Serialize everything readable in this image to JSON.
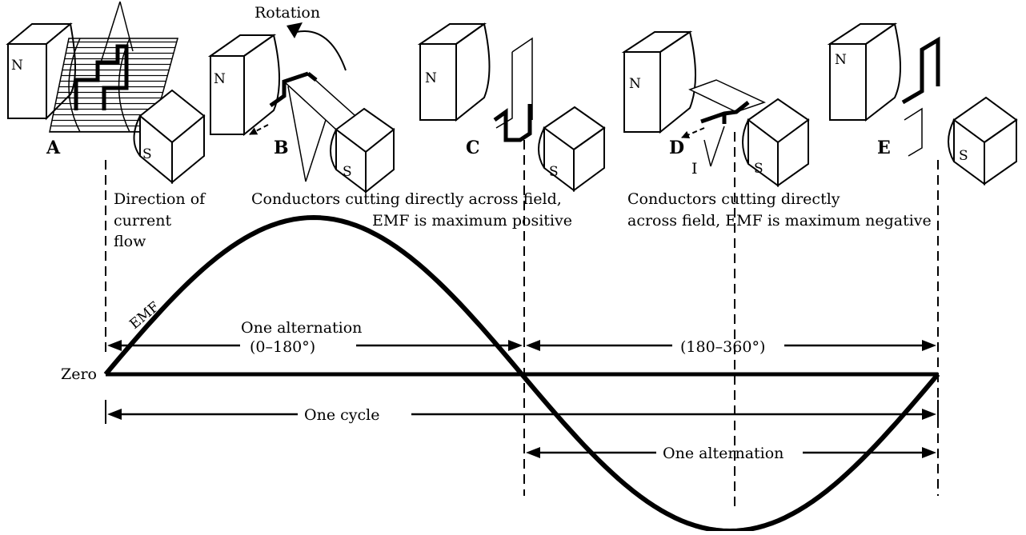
{
  "labels": {
    "rotation": "Rotation",
    "direction_line1": "Direction of",
    "direction_line2": "current",
    "direction_line3": "flow",
    "cond_pos_line1": "Conductors cutting directly across field,",
    "cond_pos_line2": "EMF is maximum positive",
    "cond_neg_line1": "Conductors cutting directly",
    "cond_neg_line2": "across field, EMF is maximum negative",
    "current_i": "I",
    "emf": "EMF",
    "zero": "Zero",
    "alt1_line1": "One alternation",
    "alt1_line2": "(0–180°)",
    "alt2": "(180–360°)",
    "cycle": "One cycle",
    "alt3": "One alternation"
  },
  "stages": [
    {
      "letter": "A",
      "north": "N",
      "south": "S"
    },
    {
      "letter": "B",
      "north": "N",
      "south": "S"
    },
    {
      "letter": "C",
      "north": "N",
      "south": "S"
    },
    {
      "letter": "D",
      "north": "N",
      "south": "S"
    },
    {
      "letter": "E",
      "north": "N",
      "south": "S"
    }
  ]
}
